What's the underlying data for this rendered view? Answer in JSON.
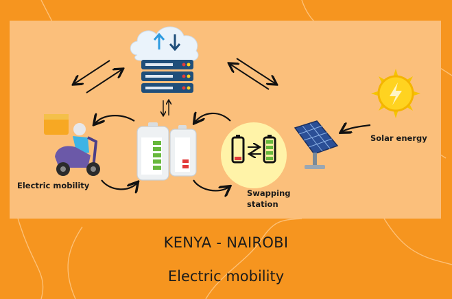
{
  "labels": {
    "electric_mobility": "Electric mobility",
    "swapping_station_line1": "Swapping",
    "swapping_station_line2": "station",
    "solar_energy": "Solar energy"
  },
  "footer": {
    "title": "KENYA - NAIROBI",
    "subtitle": "Electric mobility"
  },
  "colors": {
    "background": "#f6951f",
    "panel": "#fbbf7b",
    "battery_green": "#67b83c",
    "battery_red": "#e23b3b",
    "cloud": "#eaf3fb",
    "server": "#1f4e7a",
    "sun": "#ffd320",
    "scooter": "#6b59a8"
  },
  "icons": [
    "cloud-server-icon",
    "battery-pack-icon",
    "scooter-rider-icon",
    "swap-battery-icon",
    "solar-panel-icon",
    "sun-icon"
  ]
}
